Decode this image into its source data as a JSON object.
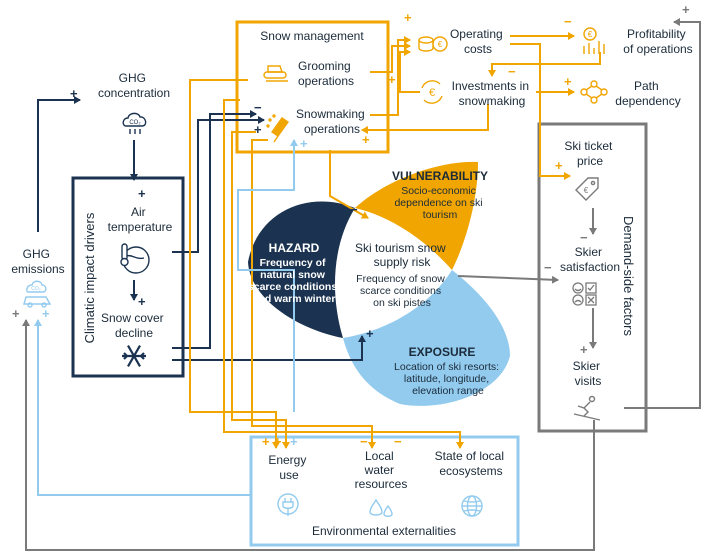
{
  "colors": {
    "navy": "#1b3350",
    "orange": "#f0a500",
    "lightblue": "#93cbef",
    "gray": "#7a7a7a",
    "dark": "#2a3a4a",
    "white": "#ffffff"
  },
  "ghg_concentration": {
    "line1": "GHG",
    "line2": "concentration"
  },
  "ghg_emissions": {
    "line1": "GHG",
    "line2": "emissions"
  },
  "climate_drivers": {
    "title": "Climatic impact drivers",
    "air_temperature": {
      "line1": "Air",
      "line2": "temperature"
    },
    "snow_cover": {
      "line1": "Snow cover",
      "line2": "decline"
    }
  },
  "snow_management": {
    "title": "Snow management",
    "grooming": {
      "line1": "Grooming",
      "line2": "operations"
    },
    "snowmaking": {
      "line1": "Snowmaking",
      "line2": "operations"
    }
  },
  "operating_costs": {
    "line1": "Operating",
    "line2": "costs"
  },
  "investments": {
    "line1": "Investments in",
    "line2": "snowmaking"
  },
  "profitability": {
    "line1": "Profitability",
    "line2": "of operations"
  },
  "path_dependency": {
    "line1": "Path",
    "line2": "dependency"
  },
  "vulnerability": {
    "title": "VULNERABILITY",
    "line1": "Socio-economic",
    "line2": "dependence on ski",
    "line3": "tourism"
  },
  "hazard": {
    "title": "HAZARD",
    "line1": "Frequency of",
    "line2": "natural snow",
    "line3": "scarce conditions",
    "line4": "and warm winter"
  },
  "exposure": {
    "title": "EXPOSURE",
    "line1": "Location of ski resorts:",
    "line2": "latitude, longitude,",
    "line3": "elevation range"
  },
  "risk": {
    "line1": "Ski tourism snow",
    "line2": "supply risk",
    "line3": "Frequency of snow",
    "line4": "scarce conditions",
    "line5": "on ski pistes"
  },
  "demand": {
    "title": "Demand-side factors",
    "ticket_price": {
      "line1": "Ski ticket",
      "line2": "price"
    },
    "satisfaction": {
      "line1": "Skier",
      "line2": "satisfaction"
    },
    "visits": {
      "line1": "Skier",
      "line2": "visits"
    }
  },
  "externalities": {
    "title": "Environmental externalities",
    "energy": {
      "line1": "Energy",
      "line2": "use"
    },
    "water": {
      "line1": "Local",
      "line2": "water",
      "line3": "resources"
    },
    "ecosystems": {
      "line1": "State of local",
      "line2": "ecosystems"
    }
  },
  "signs": {
    "plus": "+",
    "minus": "−"
  },
  "icons": [
    "co2-cloud-icon",
    "co2-car-icon",
    "thermometer-globe-icon",
    "snowflake-icon",
    "snow-groomer-icon",
    "snow-cannon-icon",
    "coins-icon",
    "euro-cycle-icon",
    "euro-chart-icon",
    "path-nodes-icon",
    "price-tag-icon",
    "smiley-faces-icon",
    "skier-icon",
    "energy-plug-icon",
    "water-drops-icon",
    "globe-icon"
  ]
}
